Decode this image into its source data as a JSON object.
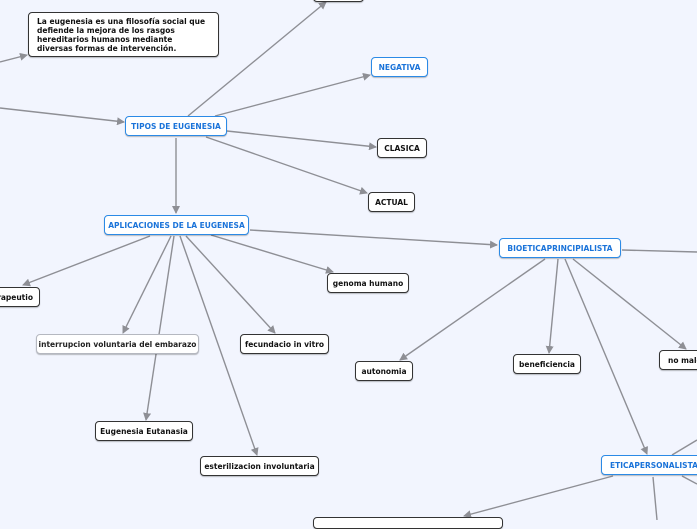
{
  "definition": "La eugenesia es una filosofía social que defiende la mejora de los rasgos hereditarios humanos mediante diversas formas de intervención.",
  "nodes": {
    "tipos": "TIPOS DE EUGENESIA",
    "negativa": "NEGATIVA",
    "clasica": "CLASICA",
    "actual": "ACTUAL",
    "aplicaciones": "APLICACIONES DE LA EUGENESA",
    "bioetica": "BIOETICAPRINCIPIALISTA",
    "terapeutico": "rapeutio",
    "genoma": "genoma humano",
    "interrupcion": "interrupcion voluntaria del embarazo",
    "fecundacio": "fecundacio in vitro",
    "autonomia": "autonomia",
    "beneficiencia": "beneficiencia",
    "no_male": "no male",
    "eutanasia": "Eugenesia Eutanasia",
    "esterilizacion": "esterilizacion involuntaria",
    "etica": "ETICAPERSONALISTA"
  },
  "colors": {
    "background": "#f2f5fe",
    "main_border": "#2b8ae6",
    "main_text": "#1a73d9",
    "link": "#8e8f95"
  }
}
